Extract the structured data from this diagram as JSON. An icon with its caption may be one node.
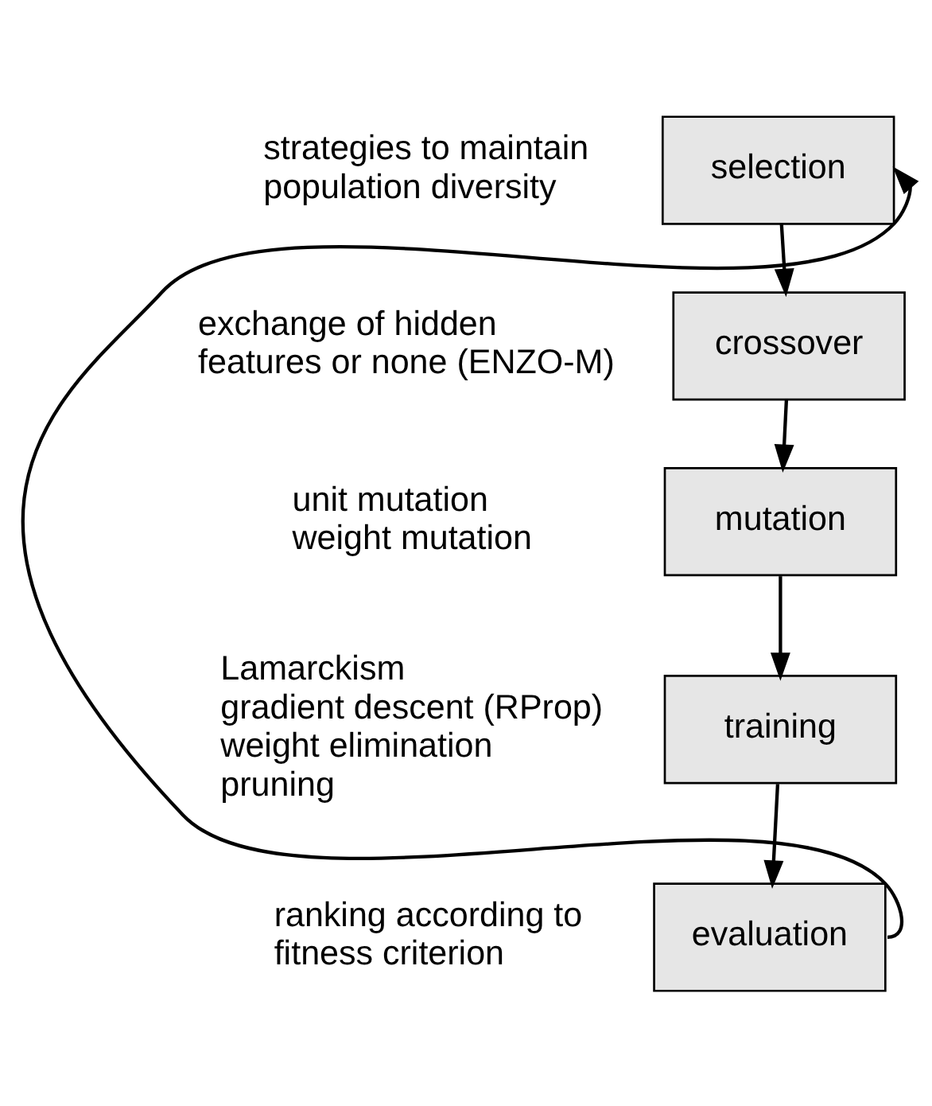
{
  "diagram": {
    "nodes": [
      {
        "text": [
          "selection"
        ],
        "beside": [
          "strategies to maintain population diversity"
        ]
      },
      {
        "text": [
          "crossover"
        ],
        "beside": [
          "exchange of hidden features or none (ENZO-M)"
        ]
      },
      {
        "text": [
          "mutation"
        ],
        "beside": [
          "unit mutation",
          "weight mutation"
        ]
      },
      {
        "text": [
          "training"
        ],
        "beside": [
          "Lamarckism",
          "gradient descent (RProp)",
          "weight elimination",
          "pruning"
        ]
      },
      {
        "text": [
          "evaluation"
        ],
        "beside": [
          "ranking according to fitness criterion"
        ]
      }
    ],
    "edges": [
      {
        "from": 0,
        "to": 1,
        "arrow": "to"
      },
      {
        "from": 1,
        "to": 2,
        "arrow": "to"
      },
      {
        "from": 2,
        "to": 3,
        "arrow": "to"
      },
      {
        "from": 3,
        "to": 4,
        "arrow": "to"
      },
      {
        "from": 4,
        "to": 0,
        "arrow": "to"
      }
    ]
  }
}
